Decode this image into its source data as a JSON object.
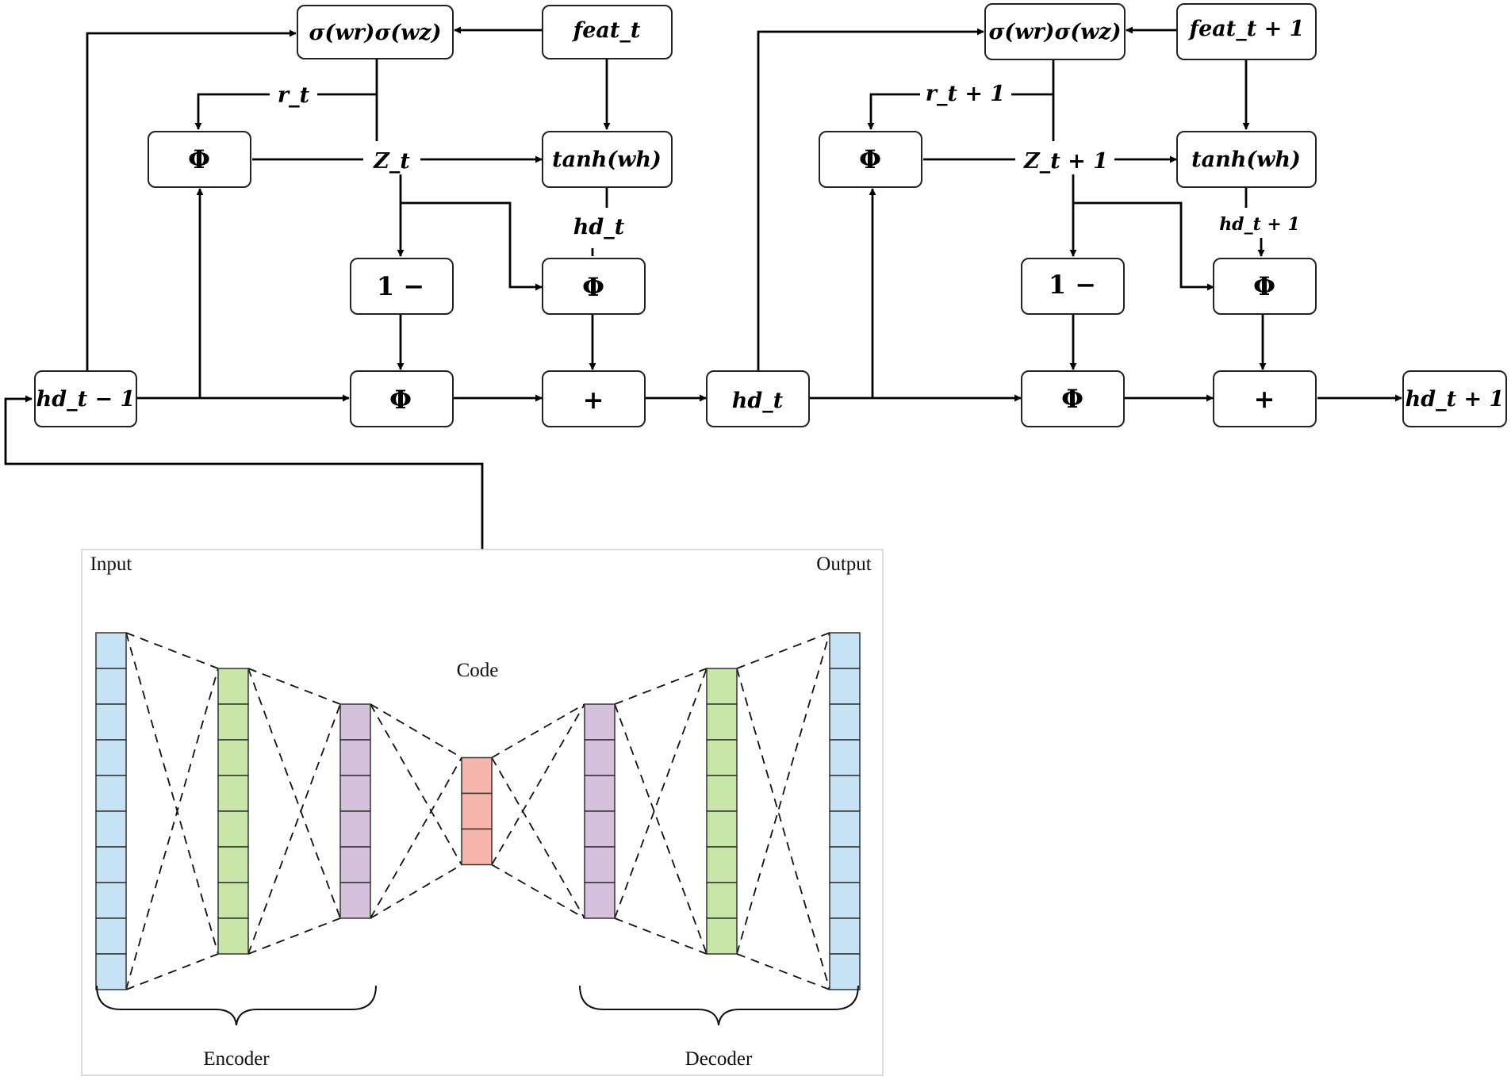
{
  "gru": {
    "unit_t": {
      "gates": "σ(wr)σ(wz)",
      "feat": "feat_t",
      "reset": "r_t",
      "update": "Z_t",
      "tanh": "tanh(wh)",
      "hd_cand": "hd_t",
      "phi": "Φ",
      "one_minus": "1 −",
      "plus": "+",
      "prev_state": "hd_t − 1"
    },
    "unit_t1": {
      "gates": "σ(wr)σ(wz)",
      "feat": "feat_t + 1",
      "reset": "r_t + 1",
      "update": "Z_t + 1",
      "tanh": "tanh(wh)",
      "hd_cand": "hd_t + 1",
      "phi": "Φ",
      "one_minus": "1 −",
      "plus": "+",
      "prev_state": "hd_t",
      "output": "hd_t + 1"
    }
  },
  "autoencoder": {
    "input_label": "Input",
    "output_label": "Output",
    "code_label": "Code",
    "encoder_label": "Encoder",
    "decoder_label": "Decoder",
    "colors": {
      "input": "#c5e3f5",
      "hidden1": "#c8e6a8",
      "hidden2": "#d5c1dc",
      "code": "#f7b6ab"
    },
    "layers": [
      {
        "name": "input",
        "cells": 10
      },
      {
        "name": "encoder-hidden-1",
        "cells": 8
      },
      {
        "name": "encoder-hidden-2",
        "cells": 6
      },
      {
        "name": "code",
        "cells": 3
      },
      {
        "name": "decoder-hidden-2",
        "cells": 6
      },
      {
        "name": "decoder-hidden-1",
        "cells": 8
      },
      {
        "name": "output",
        "cells": 10
      }
    ]
  }
}
